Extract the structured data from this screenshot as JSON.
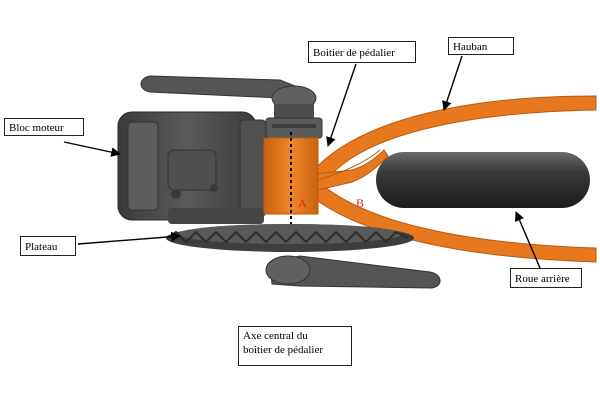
{
  "labels": {
    "bloc_moteur": "Bloc moteur",
    "boitier_pedalier": "Boitier de pédalier",
    "hauban": "Hauban",
    "plateau": "Plateau",
    "roue_arriere": "Roue arrière",
    "axe_central_line1": "Axe central du",
    "axe_central_line2": "boitier de pédalier"
  },
  "markers": {
    "point_a": "A",
    "point_b": "B"
  },
  "colors": {
    "frame_orange": "#E8781E",
    "frame_orange_dark": "#B85A10",
    "motor_gray": "#4A4A4A",
    "crank_gray": "#555555",
    "chainring_gray": "#3E3E3E",
    "wheel_dark": "#2F2F2F",
    "marker_red": "#E0201A",
    "arrow_black": "#000000"
  }
}
